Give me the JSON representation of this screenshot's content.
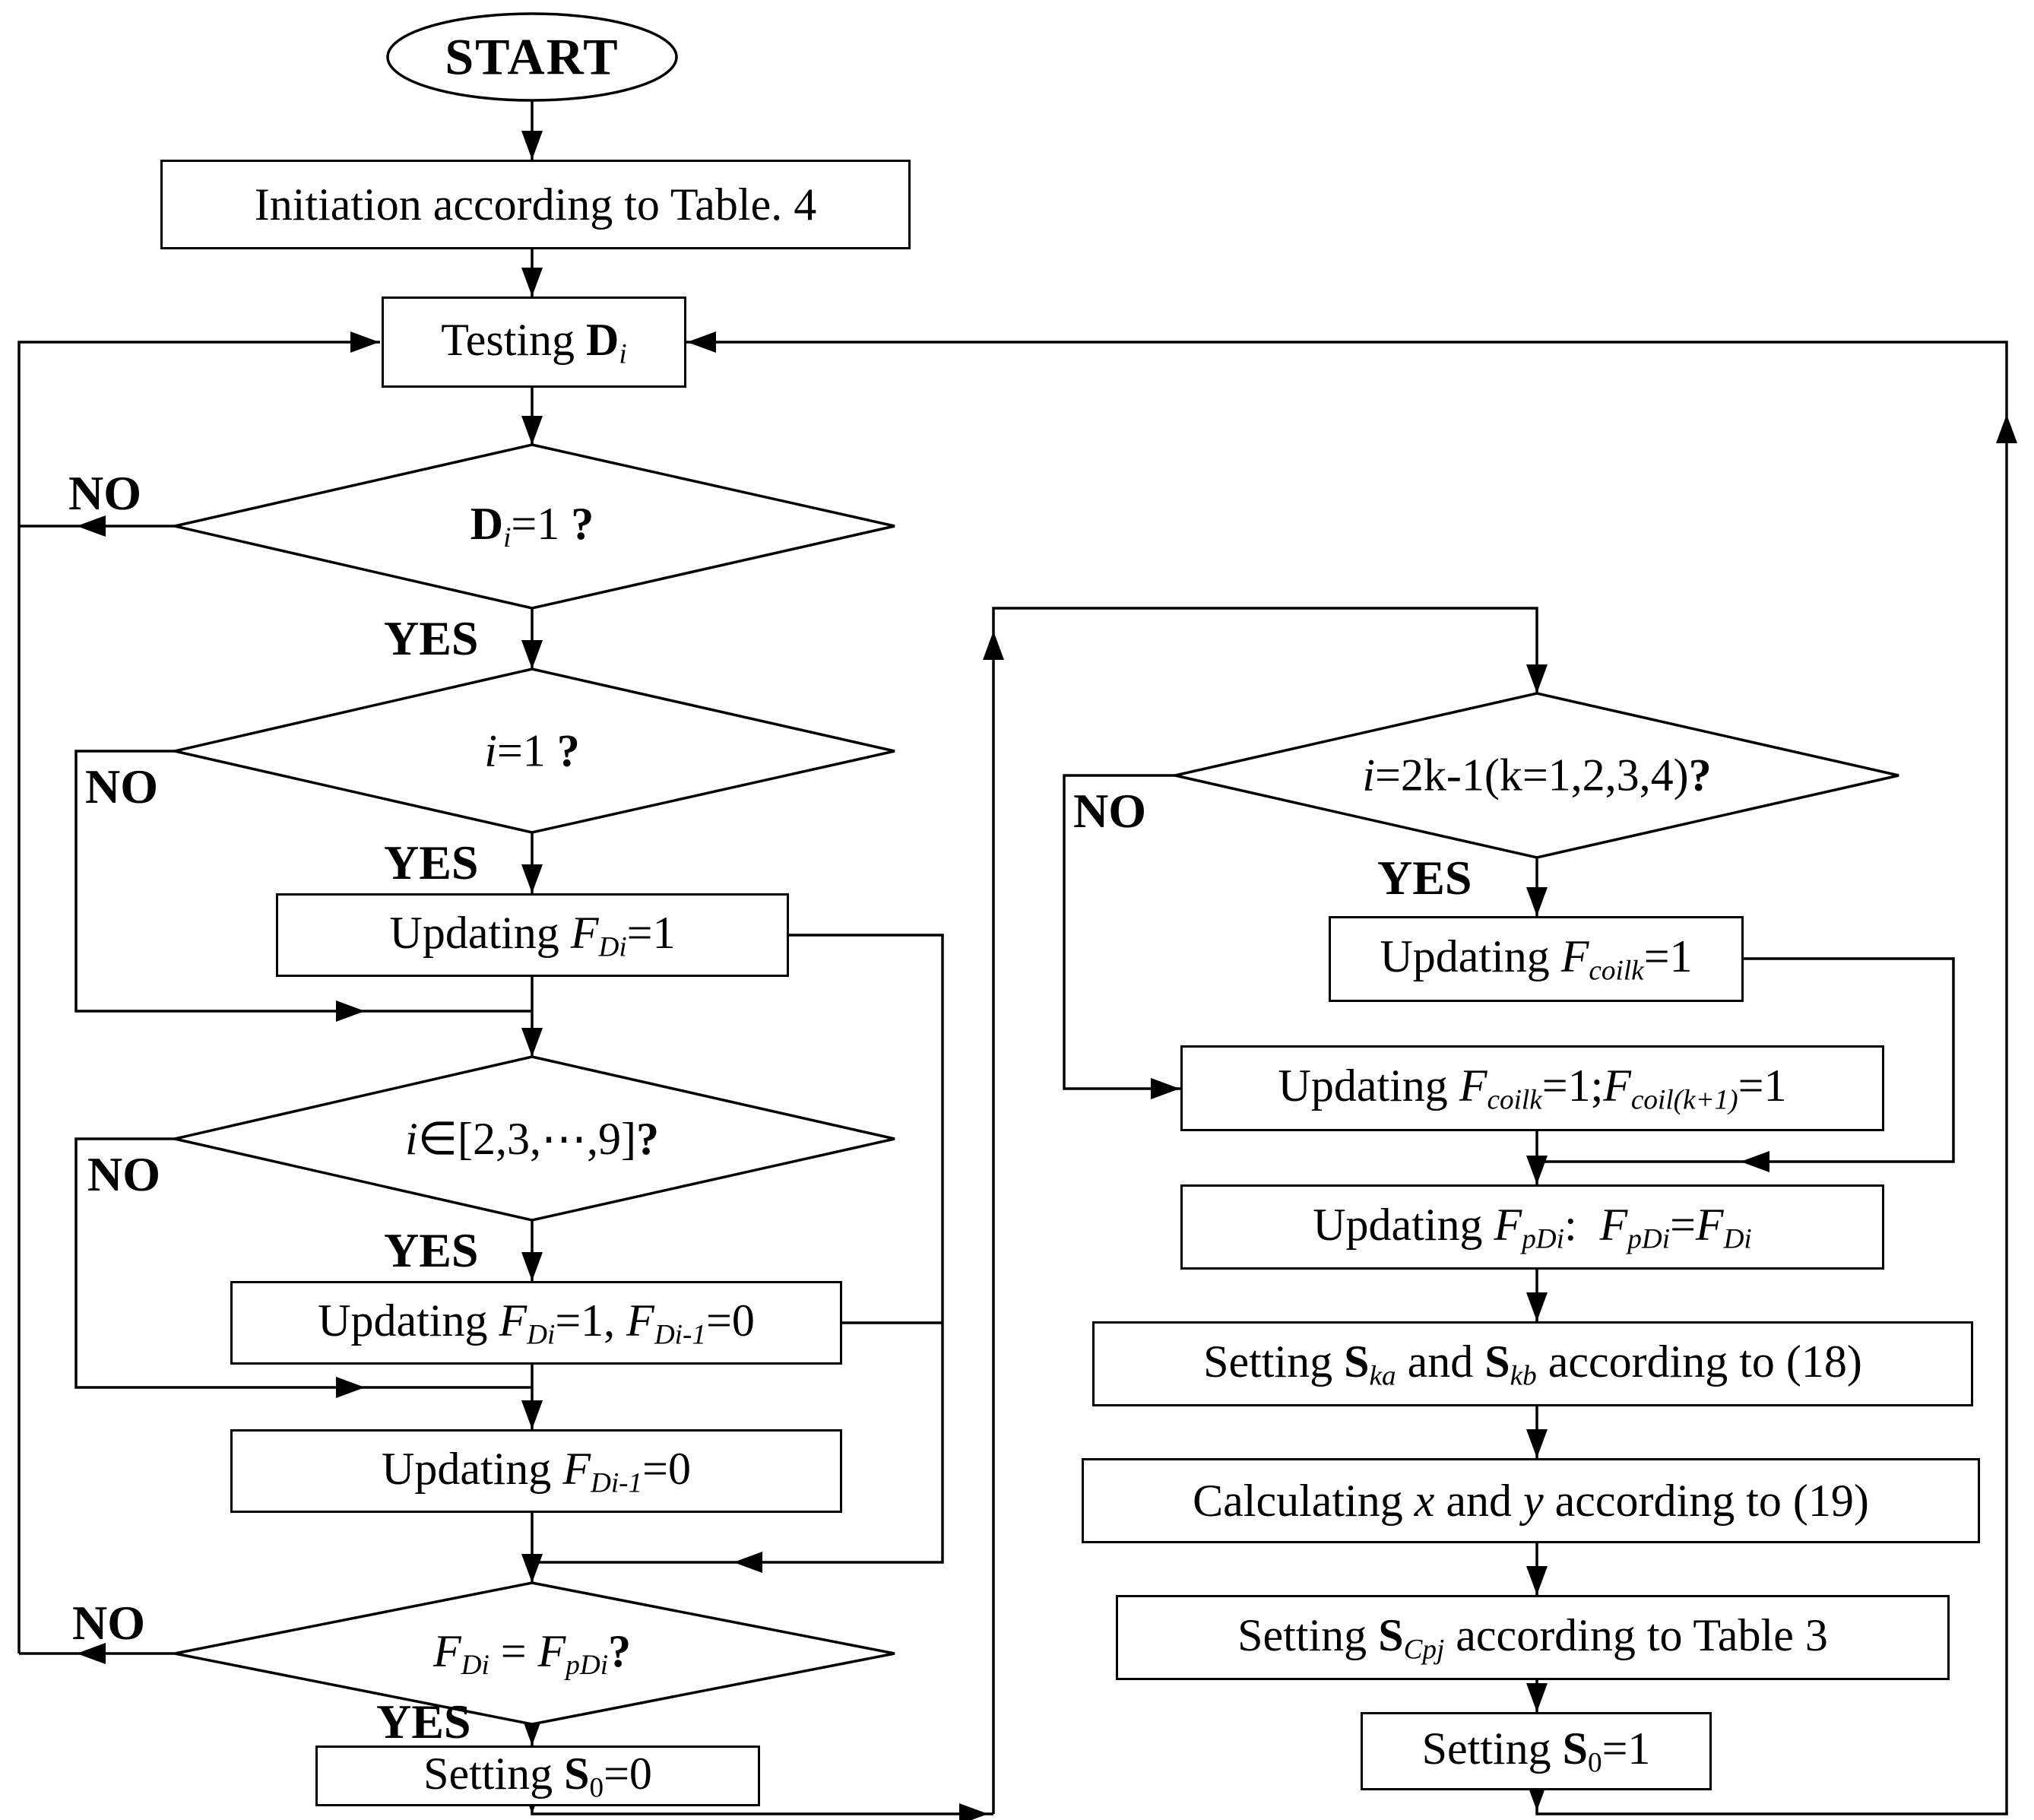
{
  "figure": {
    "type": "flowchart",
    "title": "Control flow diagram"
  },
  "colors": {
    "line": "#000000",
    "background": "#ffffff"
  },
  "nodes": {
    "start": {
      "label": "START"
    },
    "initiation": {
      "segments": [
        [
          "n",
          "Initiation according to Table. 4"
        ]
      ]
    },
    "testing": {
      "segments": [
        [
          "n",
          "Testing "
        ],
        [
          "b",
          "D"
        ],
        [
          "si",
          "i"
        ]
      ]
    },
    "decision_di": {
      "segments": [
        [
          "b",
          "D"
        ],
        [
          "si",
          "i"
        ],
        [
          "n",
          "=1 "
        ],
        [
          "b",
          "?"
        ]
      ]
    },
    "decision_i1": {
      "segments": [
        [
          "i",
          "i"
        ],
        [
          "n",
          "=1 "
        ],
        [
          "b",
          "?"
        ]
      ]
    },
    "updating_fdi": {
      "segments": [
        [
          "n",
          "Updating "
        ],
        [
          "i",
          "F"
        ],
        [
          "si",
          "Di"
        ],
        [
          "n",
          "=1"
        ]
      ]
    },
    "decision_i29": {
      "segments": [
        [
          "i",
          "i"
        ],
        [
          "n",
          "∈[2,3,⋯,9]"
        ],
        [
          "b",
          "?"
        ]
      ]
    },
    "updating_fdi_fdim1": {
      "segments": [
        [
          "n",
          "Updating "
        ],
        [
          "i",
          "F"
        ],
        [
          "si",
          "Di"
        ],
        [
          "n",
          "=1, "
        ],
        [
          "i",
          "F"
        ],
        [
          "si",
          "Di-1"
        ],
        [
          "n",
          "=0"
        ]
      ]
    },
    "updating_fdim1": {
      "segments": [
        [
          "n",
          "Updating "
        ],
        [
          "i",
          "F"
        ],
        [
          "si",
          "Di-1"
        ],
        [
          "n",
          "=0"
        ]
      ]
    },
    "decision_fpdi": {
      "segments": [
        [
          "i",
          "F"
        ],
        [
          "si",
          "Di"
        ],
        [
          "n",
          " = "
        ],
        [
          "i",
          "F"
        ],
        [
          "si",
          "pDi"
        ],
        [
          "b",
          "?"
        ]
      ]
    },
    "setting_s0_0": {
      "segments": [
        [
          "n",
          "Setting "
        ],
        [
          "b",
          "S"
        ],
        [
          "s",
          "0"
        ],
        [
          "n",
          "=0"
        ]
      ]
    },
    "decision_2k1": {
      "segments": [
        [
          "i",
          "i"
        ],
        [
          "n",
          "=2k-1(k=1,2,3,4)"
        ],
        [
          "b",
          "?"
        ]
      ]
    },
    "updating_fcoilk": {
      "segments": [
        [
          "n",
          "Updating "
        ],
        [
          "i",
          "F"
        ],
        [
          "si",
          "coilk"
        ],
        [
          "n",
          "=1"
        ]
      ]
    },
    "updating_fcoilk_both": {
      "segments": [
        [
          "n",
          "Updating "
        ],
        [
          "i",
          "F"
        ],
        [
          "si",
          "coilk"
        ],
        [
          "n",
          "=1;"
        ],
        [
          "i",
          "F"
        ],
        [
          "si",
          "coil(k+1)"
        ],
        [
          "n",
          "=1"
        ]
      ]
    },
    "updating_fpdi": {
      "segments": [
        [
          "n",
          "Updating "
        ],
        [
          "i",
          "F"
        ],
        [
          "si",
          "pDi"
        ],
        [
          "n",
          ":  "
        ],
        [
          "i",
          "F"
        ],
        [
          "si",
          "pDi"
        ],
        [
          "n",
          "="
        ],
        [
          "i",
          "F"
        ],
        [
          "si",
          "Di"
        ]
      ]
    },
    "setting_ska_skb": {
      "segments": [
        [
          "n",
          "Setting "
        ],
        [
          "b",
          "S"
        ],
        [
          "si",
          "ka"
        ],
        [
          "n",
          " and "
        ],
        [
          "b",
          "S"
        ],
        [
          "si",
          "kb"
        ],
        [
          "n",
          " according to (18)"
        ]
      ]
    },
    "calculating_xy": {
      "segments": [
        [
          "n",
          "Calculating "
        ],
        [
          "i",
          "x"
        ],
        [
          "n",
          " and "
        ],
        [
          "i",
          "y"
        ],
        [
          "n",
          " according to (19)"
        ]
      ]
    },
    "setting_scpj": {
      "segments": [
        [
          "n",
          "Setting "
        ],
        [
          "b",
          "S"
        ],
        [
          "si",
          "Cpj"
        ],
        [
          "n",
          " according to Table 3"
        ]
      ]
    },
    "setting_s0_1": {
      "segments": [
        [
          "n",
          "Setting "
        ],
        [
          "b",
          "S"
        ],
        [
          "s",
          "0"
        ],
        [
          "n",
          "=1"
        ]
      ]
    }
  },
  "edge_labels": {
    "di_no": "NO",
    "di_yes": "YES",
    "i1_no": "NO",
    "i1_yes": "YES",
    "i29_no": "NO",
    "i29_yes": "YES",
    "fpdi_no": "NO",
    "fpdi_yes": "YES",
    "k2_no": "NO",
    "k2_yes": "YES"
  }
}
